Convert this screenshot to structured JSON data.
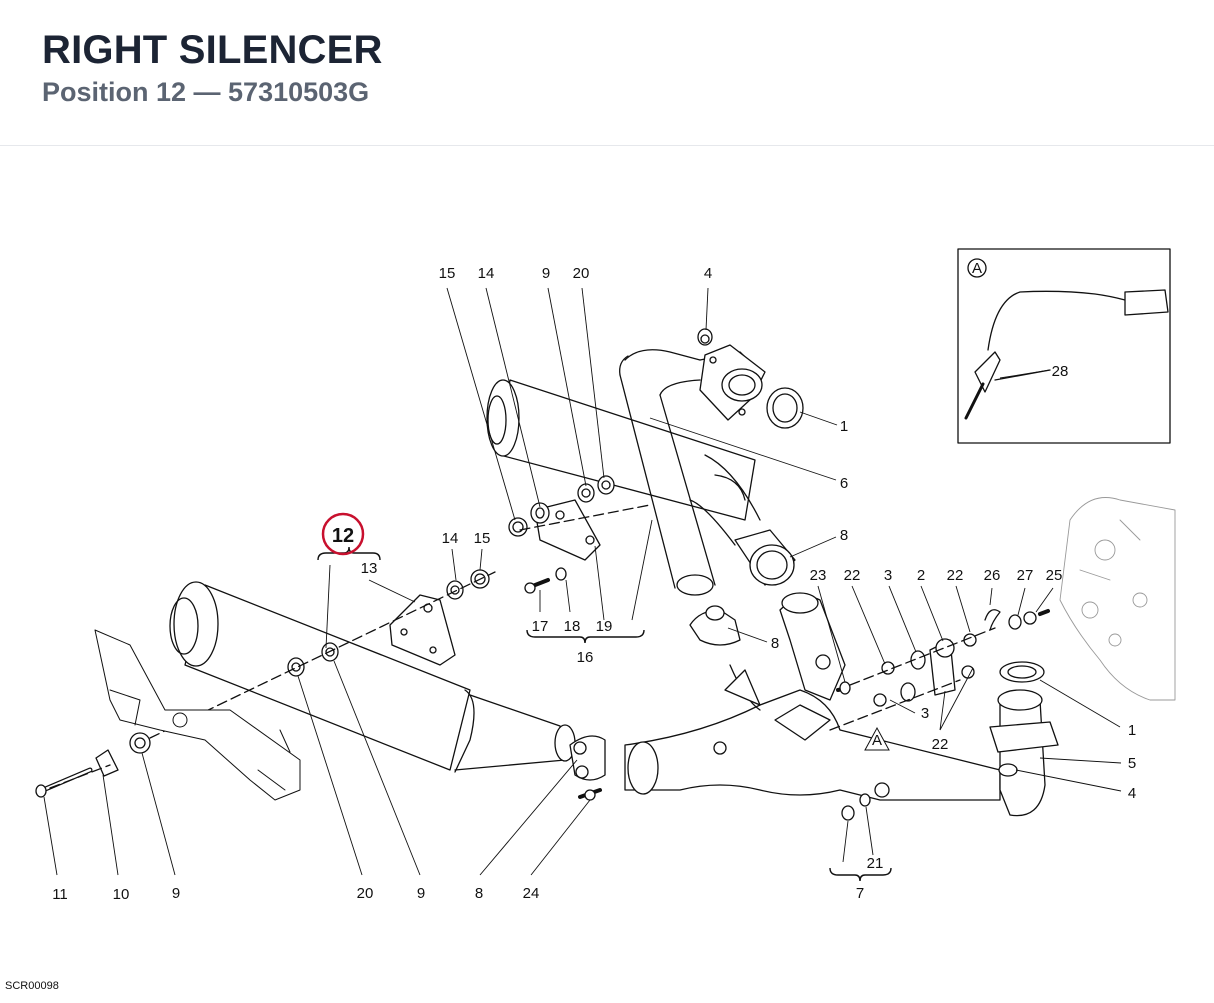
{
  "header": {
    "title": "RIGHT SILENCER",
    "subtitle": "Position 12 — 57310503G"
  },
  "highlight": {
    "label": "12",
    "color": "#c8102e"
  },
  "drawing_code": "SCR00098",
  "inset": {
    "marker": "A",
    "part_label": "28"
  },
  "callouts": {
    "c15_top": "15",
    "c14_top": "14",
    "c9_top": "9",
    "c20_top": "20",
    "c4_top": "4",
    "c1_top": "1",
    "c6": "6",
    "c8_right": "8",
    "c8_mid": "8",
    "c17": "17",
    "c18": "18",
    "c19": "19",
    "c16": "16",
    "c13": "13",
    "c14_mid": "14",
    "c15_mid": "15",
    "c23": "23",
    "c22_a": "22",
    "c3_a": "3",
    "c2": "2",
    "c22_b": "22",
    "c26": "26",
    "c27": "27",
    "c25": "25",
    "c3_b": "3",
    "c22_c": "22",
    "c1_right": "1",
    "c5": "5",
    "c4_right": "4",
    "c_a_marker": "A",
    "c11": "11",
    "c10": "10",
    "c9_bottom": "9",
    "c20_bottom": "20",
    "c9_b2": "9",
    "c8_bottom": "8",
    "c24": "24",
    "c21": "21",
    "c7": "7"
  },
  "colors": {
    "line": "#111111",
    "header_text": "#1c2434",
    "subtitle_text": "#5b6472"
  }
}
